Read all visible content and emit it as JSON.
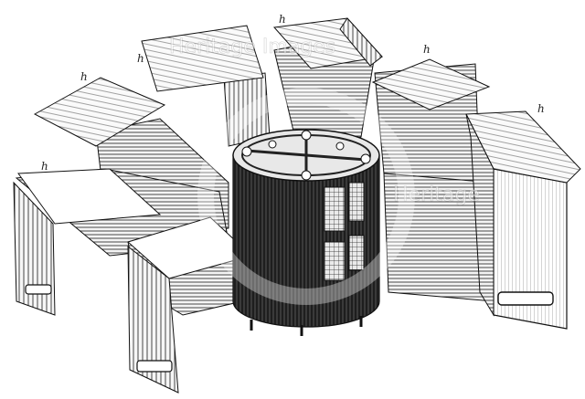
{
  "labels": {
    "panel_1": "h",
    "panel_2": "h",
    "panel_3": "h",
    "panel_4": "h",
    "panel_5": "h",
    "panel_6": "h"
  },
  "watermark": {
    "text_top": "Heritage Images",
    "text_right": "Heritage"
  },
  "colors": {
    "ink": "#1a1a1a",
    "paper": "#ffffff",
    "core": "#2a2a2a"
  }
}
